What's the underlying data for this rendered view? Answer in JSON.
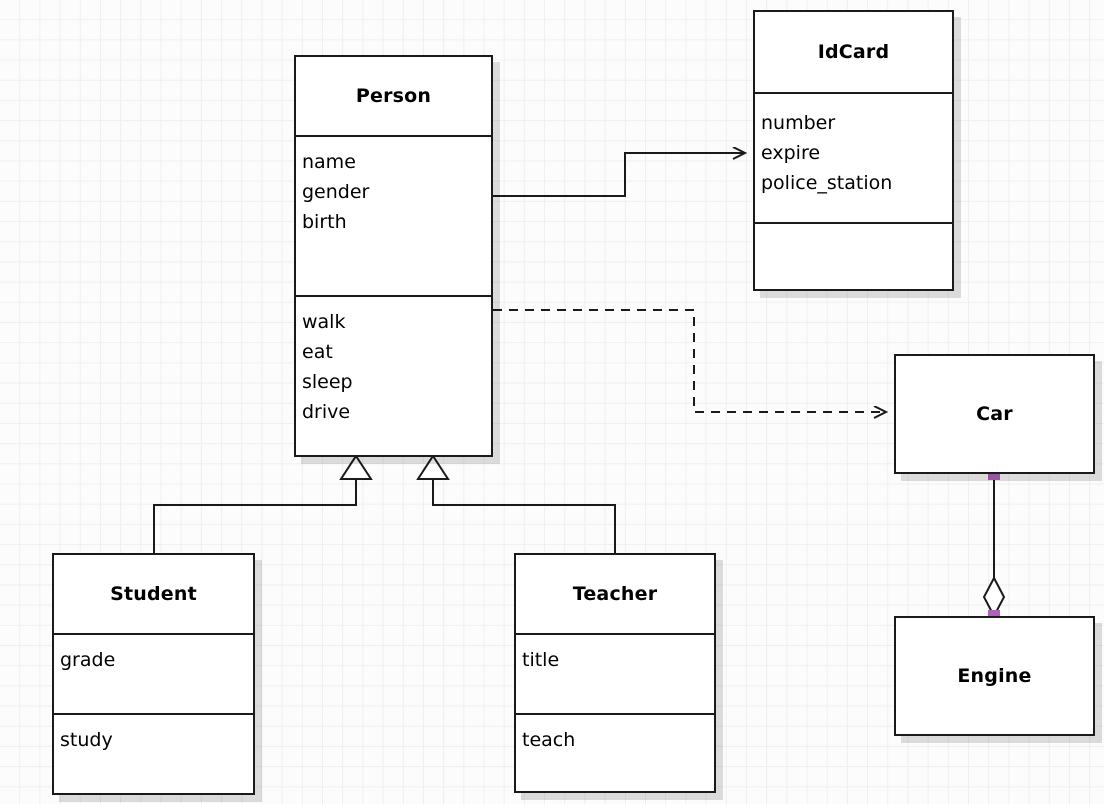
{
  "diagram": {
    "type": "uml-class-diagram",
    "background": "#fcfcfc",
    "grid_color": "#efefef",
    "line_color": "#1a1a1a",
    "handle_color": "#b062b8"
  },
  "classes": {
    "person": {
      "name": "Person",
      "attributes": [
        "name",
        "gender",
        "birth"
      ],
      "operations": [
        "walk",
        "eat",
        "sleep",
        "drive"
      ]
    },
    "idcard": {
      "name": "IdCard",
      "attributes": [
        "number",
        "expire",
        "police_station"
      ],
      "operations": []
    },
    "car": {
      "name": "Car",
      "attributes": [],
      "operations": []
    },
    "engine": {
      "name": "Engine",
      "attributes": [],
      "operations": []
    },
    "student": {
      "name": "Student",
      "attributes": [
        "grade"
      ],
      "operations": [
        "study"
      ]
    },
    "teacher": {
      "name": "Teacher",
      "attributes": [
        "title"
      ],
      "operations": [
        "teach"
      ]
    }
  },
  "relationships": [
    {
      "id": "person-idcard",
      "kind": "association",
      "from": "Person",
      "to": "IdCard",
      "style": "solid",
      "arrow": "open"
    },
    {
      "id": "person-car",
      "kind": "dependency",
      "from": "Person",
      "to": "Car",
      "style": "dashed",
      "arrow": "open"
    },
    {
      "id": "student-person",
      "kind": "generalization",
      "from": "Student",
      "to": "Person",
      "style": "solid",
      "arrow": "hollow-triangle"
    },
    {
      "id": "teacher-person",
      "kind": "generalization",
      "from": "Teacher",
      "to": "Person",
      "style": "solid",
      "arrow": "hollow-triangle"
    },
    {
      "id": "car-engine",
      "kind": "aggregation",
      "from": "Car",
      "to": "Engine",
      "style": "solid",
      "arrow": "hollow-diamond"
    }
  ]
}
